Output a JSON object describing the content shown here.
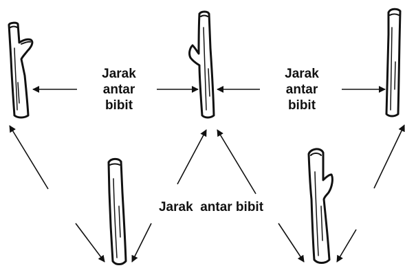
{
  "labels": {
    "left_spacing": [
      "Jarak",
      "antar",
      "bibit"
    ],
    "right_spacing": [
      "Jarak",
      "antar",
      "bibit"
    ],
    "bottom_spacing": "Jarak  antar bibit"
  },
  "stake_count": 5,
  "colors": {
    "ink": "#111111",
    "background": "#ffffff"
  }
}
